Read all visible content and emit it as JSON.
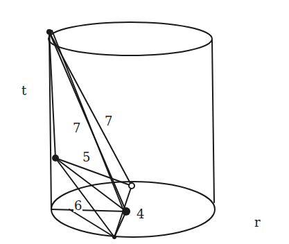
{
  "diagram": {
    "labels": [
      "t",
      "7",
      "7",
      "5",
      "6",
      "4",
      "r"
    ]
  }
}
